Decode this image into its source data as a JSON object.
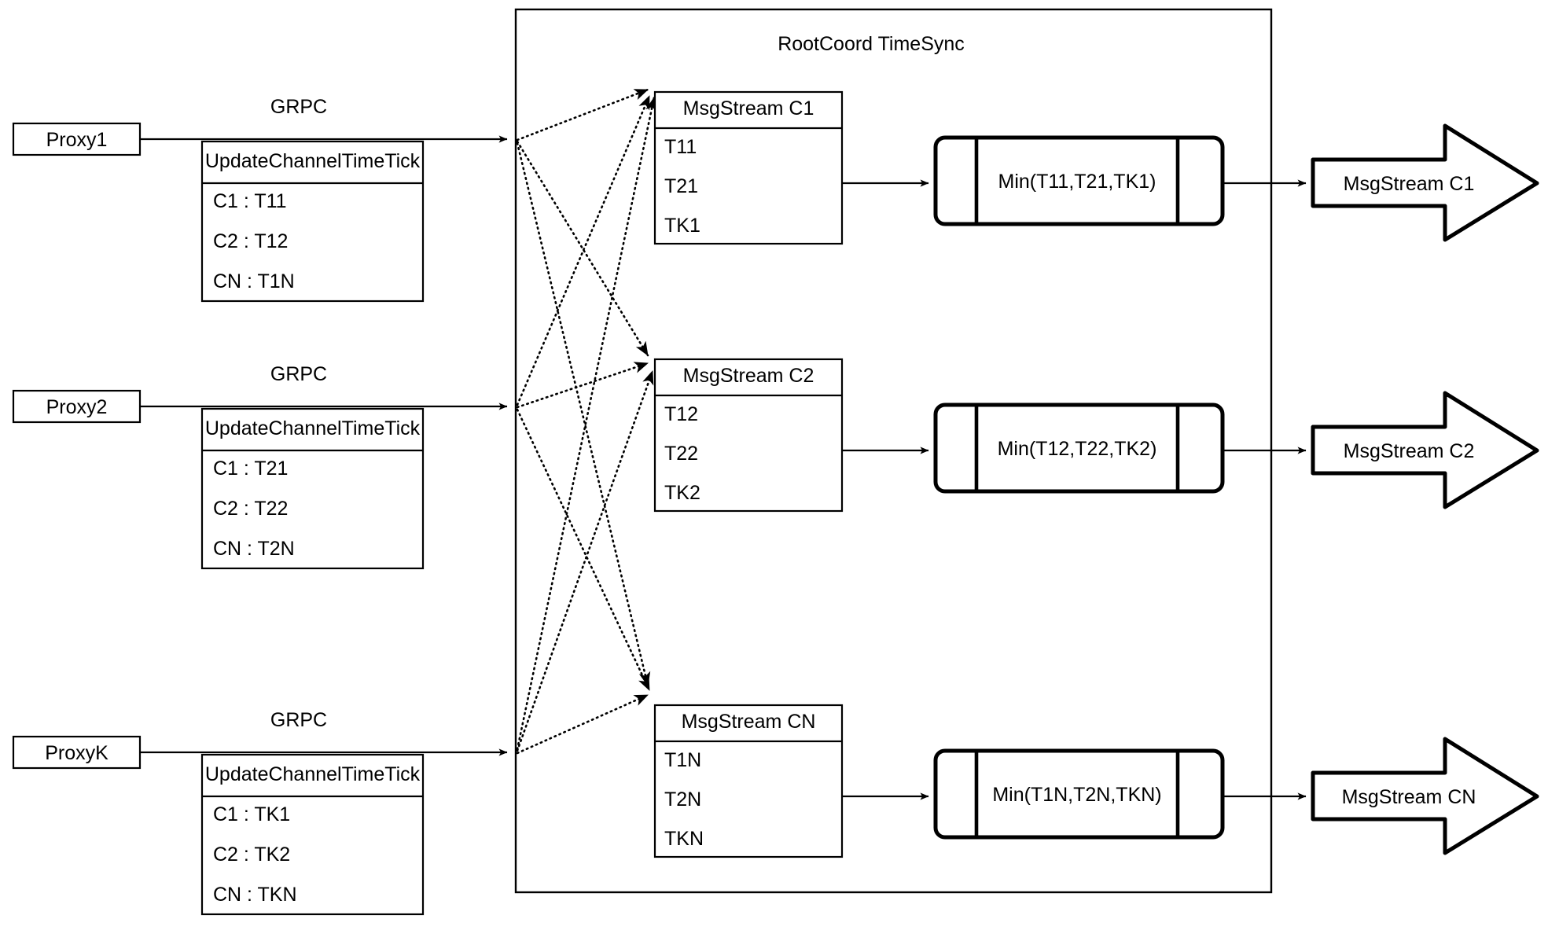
{
  "diagram": {
    "title": "RootCoord TimeSync",
    "container_label": "RootCoord TimeSync",
    "grpc_label": "GRPC",
    "colors": {
      "stroke": "#000000",
      "fill": "#ffffff"
    }
  },
  "proxies": [
    {
      "name": "Proxy1",
      "grpc": "GRPC",
      "rpc_title": "UpdateChannelTimeTick",
      "entries": [
        "C1 :  T11",
        "C2 :  T12",
        "CN : T1N"
      ]
    },
    {
      "name": "Proxy2",
      "grpc": "GRPC",
      "rpc_title": "UpdateChannelTimeTick",
      "entries": [
        "C1 :  T21",
        "C2 :  T22",
        "CN : T2N"
      ]
    },
    {
      "name": "ProxyK",
      "grpc": "GRPC",
      "rpc_title": "UpdateChannelTimeTick",
      "entries": [
        "C1 :  TK1",
        "C2 :  TK2",
        "CN : TKN"
      ]
    }
  ],
  "channels": [
    {
      "msgstream_title": "MsgStream C1",
      "ticks": [
        "T11",
        "T21",
        "TK1"
      ],
      "min_label": "Min(T11,T21,TK1)",
      "output_label": "MsgStream C1"
    },
    {
      "msgstream_title": "MsgStream C2",
      "ticks": [
        "T12",
        "T22",
        "TK2"
      ],
      "min_label": "Min(T12,T22,TK2)",
      "output_label": "MsgStream C2"
    },
    {
      "msgstream_title": "MsgStream CN",
      "ticks": [
        "T1N",
        "T2N",
        "TKN"
      ],
      "min_label": "Min(T1N,T2N,TKN)",
      "output_label": "MsgStream CN"
    }
  ]
}
